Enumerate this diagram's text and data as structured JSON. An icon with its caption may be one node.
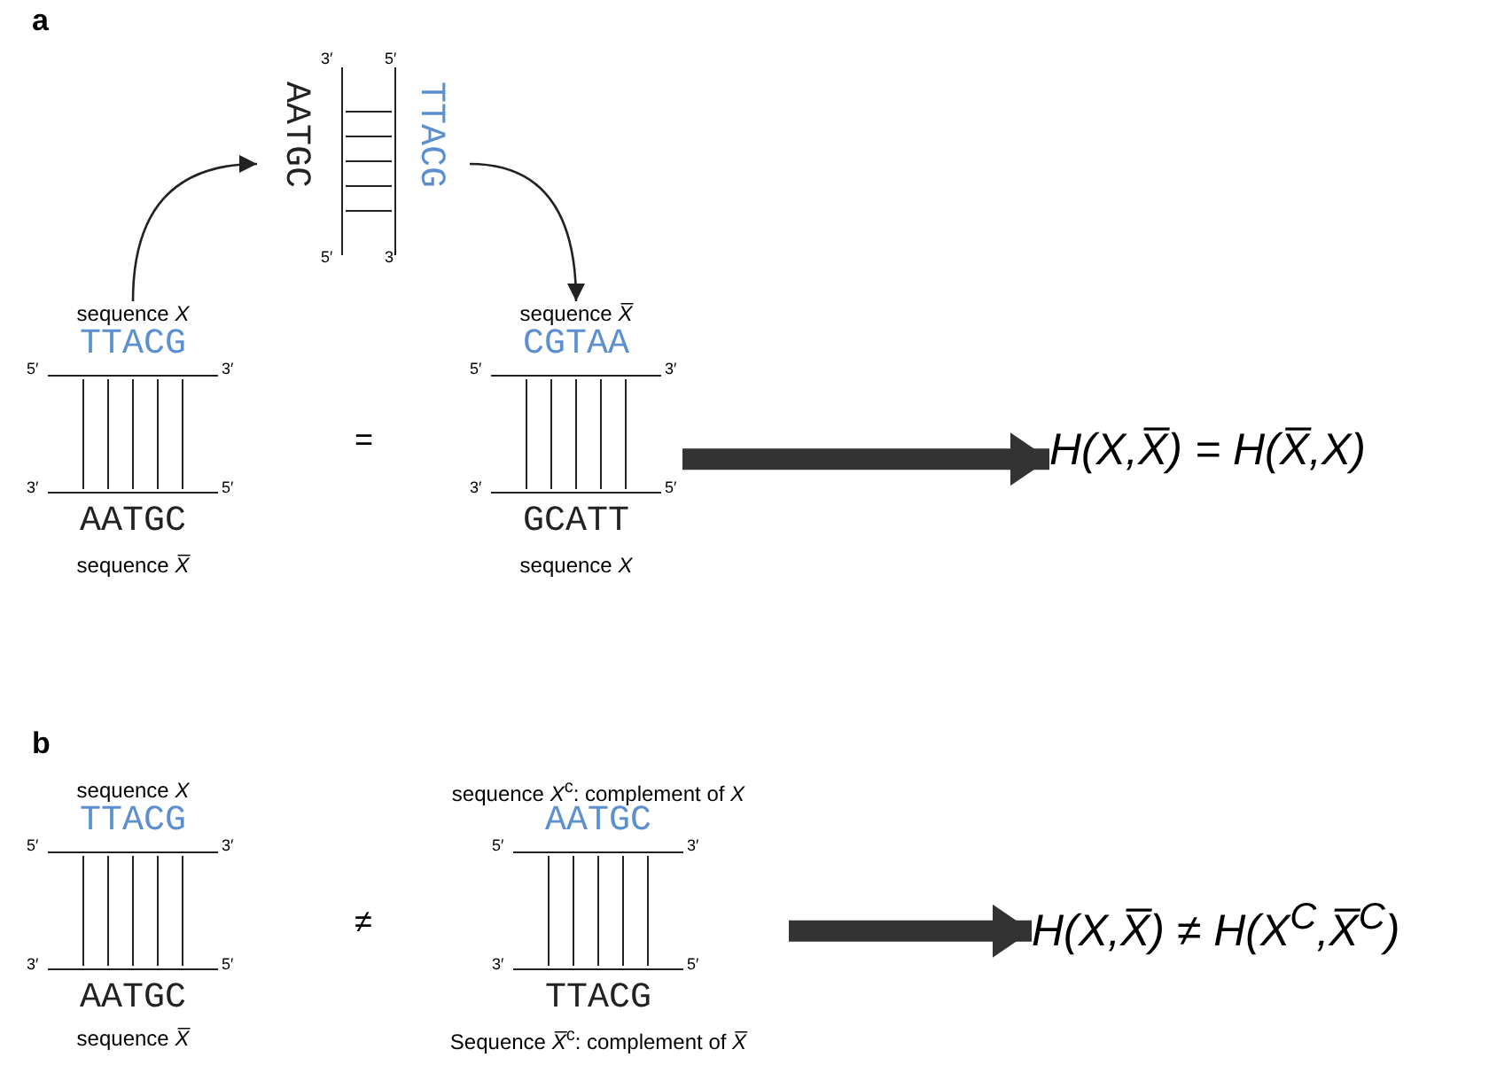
{
  "diagram": {
    "nodes": [
      {
        "text": [
          "AATGC",
          "TTACG",
          "3′",
          "5′",
          "5′",
          "3′"
        ]
      },
      {
        "text": [
          "sequence *X*",
          "TTACG",
          "5′",
          "3′",
          "3′",
          "5′",
          "AATGC",
          "sequence *X̅*"
        ]
      },
      {
        "text": [
          "sequence *X̅*",
          "CGTAA",
          "5′",
          "3′",
          "3′",
          "5′",
          "GCATT",
          "sequence *X*"
        ]
      },
      {
        "text": [
          "H(X,X̅) = H(X̅,X)"
        ]
      },
      {
        "text": [
          "sequence *X*",
          "TTACG",
          "5′",
          "3′",
          "3′",
          "5′",
          "AATGC",
          "sequence *X̅*"
        ]
      },
      {
        "text": [
          "sequence *X*$^{c}$: complement of *X*",
          "AATGC",
          "5′",
          "3′",
          "3′",
          "5′",
          "TTACG",
          "Sequence *X̅*$^{c}$: complement of *X̅*"
        ]
      },
      {
        "text": [
          "H(X,X̅) ≠ H(X$^{C}$,X̅$^{C}$)"
        ]
      }
    ],
    "edges": [
      {
        "from": 1,
        "to": 0,
        "arrow": "to"
      },
      {
        "from": 0,
        "to": 2,
        "arrow": "to"
      },
      {
        "from": 2,
        "to": 3,
        "arrow": "to",
        "style": "thick"
      },
      {
        "from": 5,
        "to": 6,
        "arrow": "to",
        "style": "thick"
      }
    ],
    "labels": [
      "a",
      "=",
      "b",
      "≠"
    ]
  }
}
